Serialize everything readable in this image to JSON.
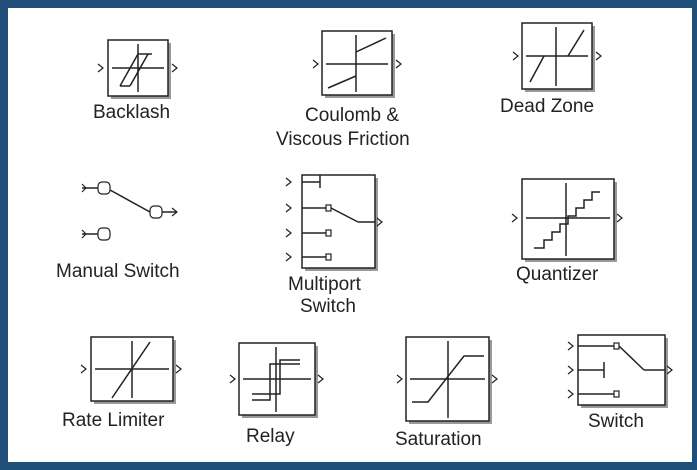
{
  "blocks": [
    {
      "id": "backlash",
      "label": "Backlash"
    },
    {
      "id": "coulomb",
      "label_line1": "Coulomb &",
      "label_line2": "Viscous Friction"
    },
    {
      "id": "deadzone",
      "label": "Dead Zone"
    },
    {
      "id": "manual",
      "label": "Manual Switch"
    },
    {
      "id": "multiport",
      "label_line1": "Multiport",
      "label_line2": "Switch"
    },
    {
      "id": "quantizer",
      "label": "Quantizer"
    },
    {
      "id": "ratelimiter",
      "label": "Rate Limiter"
    },
    {
      "id": "relay",
      "label": "Relay"
    },
    {
      "id": "saturation",
      "label": "Saturation"
    },
    {
      "id": "switch",
      "label": "Switch"
    }
  ],
  "colors": {
    "frame": "#1f4e79",
    "stroke": "#222222",
    "shadow": "#9a9a9a"
  }
}
